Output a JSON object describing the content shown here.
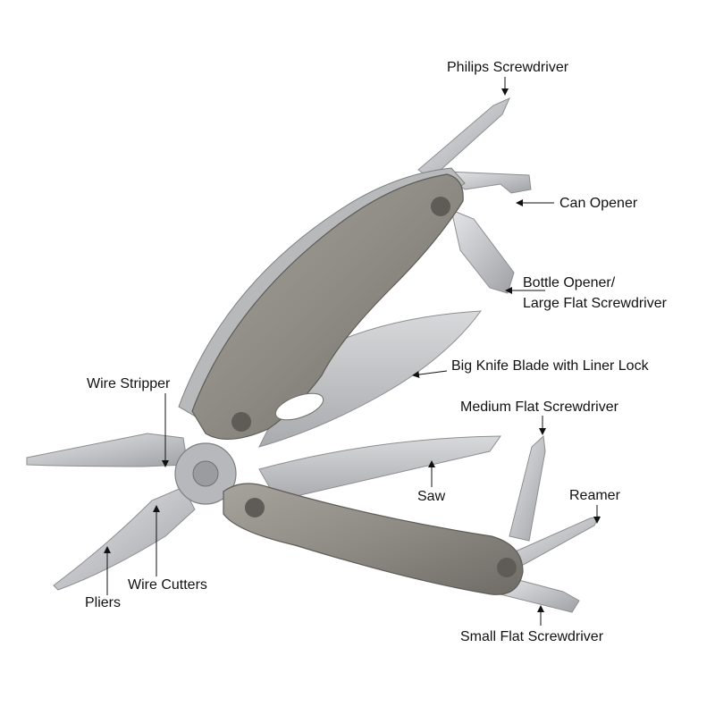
{
  "labels": {
    "philips": "Philips Screwdriver",
    "can_opener": "Can Opener",
    "bottle_opener_1": "Bottle Opener/",
    "bottle_opener_2": "Large Flat Screwdriver",
    "knife": "Big Knife Blade with Liner Lock",
    "wire_stripper": "Wire Stripper",
    "medium_flat": "Medium Flat Screwdriver",
    "saw": "Saw",
    "reamer": "Reamer",
    "wire_cutters": "Wire Cutters",
    "pliers": "Pliers",
    "small_flat": "Small Flat Screwdriver"
  },
  "colors": {
    "background": "#ffffff",
    "text": "#111111",
    "handle": "#8f8b85",
    "steel": "#c9cacc",
    "steel_dark": "#9d9fa3",
    "screw": "#5f5c58"
  }
}
